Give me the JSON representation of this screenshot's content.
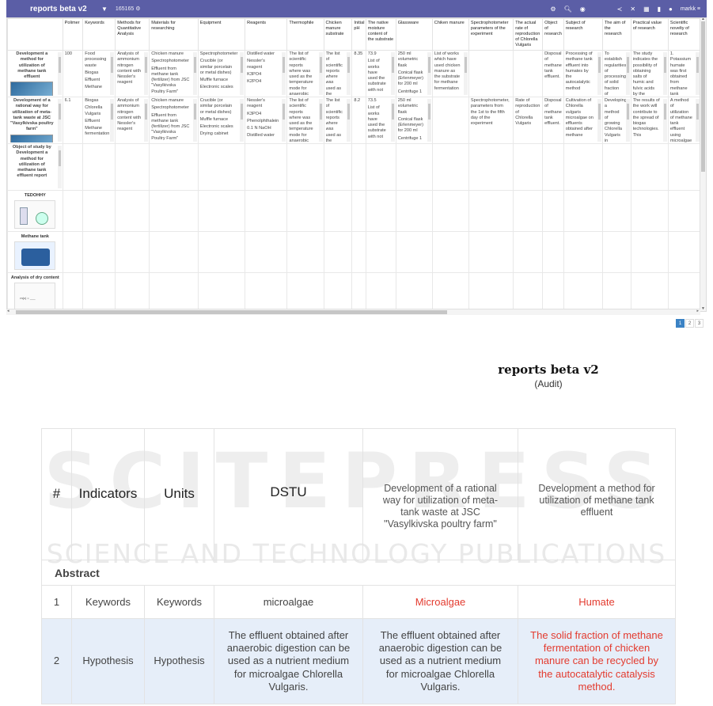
{
  "topbar": {
    "app_title": "reports beta v2",
    "filter_icon": "filter-icon",
    "record_count": "165165",
    "tools": [
      "settings-icon",
      "search-icon",
      "eye-icon",
      "share-icon",
      "shuffle-icon",
      "grid-icon",
      "chart-icon",
      "help-icon"
    ],
    "user": "markk"
  },
  "grid": {
    "columns": [
      "",
      "Polimer",
      "Keywords",
      "Methods for Quantitative Analysis",
      "Materials for researching",
      "Equipment",
      "Reagents",
      "Thermophile",
      "Chicken manure substrate",
      "Initial pH",
      "The native moisture content of the substrate",
      "Glassware",
      "Chiken manure",
      "Spectrophotometer parameters of the experiment",
      "The actual rate of reproduction of Chlorella Vulgaris",
      "Object of research",
      "Subject of research",
      "The aim of the research",
      "Practical value of research",
      "Scientific novelty of research"
    ],
    "rows": [
      {
        "first": "Development a method for utilization of methane tank effluent",
        "polimer": "100",
        "keywords": [
          "Food processing waste",
          "Biogas",
          "Effluent",
          "Methane"
        ],
        "methods": [
          "Analysis of ammonium nitrogen content with Nessler's reagent"
        ],
        "materials": [
          "Chicken manure",
          "Spectrophotometer",
          "Effluent from methane tank (fertilizer) from JSC \"Vasylkivska Poultry Farm\""
        ],
        "equipment": [
          "Spectrophotometer",
          "Crucible (or similar porcelain or metal dishes)",
          "Muffle furnace",
          "Electronic scales"
        ],
        "reagents": [
          "Distilled water",
          "Nessler's reagent",
          "K3PO4",
          "K2PO4"
        ],
        "thermophile": [
          "The list of scientific reports where was used as the temperature mode for anaerobic"
        ],
        "substrate": [
          "The list of scientific reports where was used as the substrate for"
        ],
        "ph": "8.35",
        "moisture": [
          "73.9",
          "List of works have used the substrate with not"
        ],
        "glassware": [
          "250 ml volumetric flask",
          "Conical flask (Erlenmeyer) for 200 ml",
          "Centrifuge 1"
        ],
        "chiken": [
          "List of works which have used chicken manure as the substrate for methane fermentation"
        ],
        "spectro": "",
        "rate": "",
        "object": [
          "Disposal of methane tank effluent."
        ],
        "subject": [
          "Processing of methane tank effluent into humates by the autocatalytic method"
        ],
        "aim": [
          "To establish regularities of processing of solid fraction of methane fermentation"
        ],
        "practical": [
          "The study indicates the possibility of obtaining salts of humic and fulvic acids by the"
        ],
        "novelty": [
          "1. Potassium humate was first obtained from methane tank"
        ]
      },
      {
        "first": "Development of a rational way for utilization of meta-tank waste at JSC \"Vasylkivska poultry farm\"",
        "polimer": "6.1",
        "keywords": [
          "Biogas",
          "Chlorella Vulgaris",
          "Effluent",
          "Methane fermentation"
        ],
        "methods": [
          "Analysis of ammonium nitrogen content with Nessler's reagent"
        ],
        "materials": [
          "Chicken manure",
          "Spectrophotometer",
          "Effluent from methane tank (fertilizer) from JSC \"Vasylkivska Poultry Farm\""
        ],
        "equipment": [
          "Crucible (or similar porcelain or metal dishes)",
          "Muffle furnace",
          "Electronic scales",
          "Drying cabinet"
        ],
        "reagents": [
          "Nessler's reagent",
          "K3PO4",
          "Phenolphthalein",
          "0.1 N NaOH",
          "Distilled water"
        ],
        "thermophile": [
          "The list of scientific reports where was used as the temperature mode for anaerobic"
        ],
        "substrate": [
          "The list of scientific reports where was used as the substrate for"
        ],
        "ph": "8.2",
        "moisture": [
          "73.5",
          "List of works have used the substrate with not"
        ],
        "glassware": [
          "250 ml volumetric flask",
          "Conical flask (Erlenmeyer) for 200 ml",
          "Centrifuge 1"
        ],
        "chiken": [],
        "spectro": "Spectrophotometer, parameters from the 1st to the fifth day of the experiment",
        "rate": "Rate of reproduction of Chlorella Vulgaris",
        "object": [
          "Disposal of methane tank effluent."
        ],
        "subject": [
          "Cultivation of Chlorella vulgaris microalgae on effluents obtained after methane"
        ],
        "aim": [
          "Developing a method of growing Chlorella Vulgaris in effluents after methane"
        ],
        "practical": [
          "The results of the work will contribute to the spread of biogas technologies. This"
        ],
        "novelty": [
          "A method of utilization of methane tank effluent using microalgae is"
        ]
      },
      {
        "first": "Object of study by Development a method for utilization of methane tank effluent report"
      }
    ],
    "files": [
      {
        "label": "TEDOHHY"
      },
      {
        "label": "Methane tank"
      },
      {
        "label": "Analysis of dry content"
      }
    ]
  },
  "pager": [
    "1",
    "2",
    "3"
  ],
  "report": {
    "title": "reports beta v2",
    "subtitle": "(Audit)",
    "header": {
      "num": "#",
      "indicators": "Indicators",
      "units": "Units",
      "dstu": "DSTU",
      "col1": "Development of a rational way for utilization of meta-tank waste at JSC \"Vasylkivska poultry farm\"",
      "col2": "Development a method for utilization of methane tank effluent"
    },
    "section": "Abstract",
    "rows": [
      {
        "num": "1",
        "indicator": "Keywords",
        "unit": "Keywords",
        "dstu": "microalgae",
        "col1": "Microalgae",
        "col2": "Humate"
      },
      {
        "num": "2",
        "indicator": "Hypothesis",
        "unit": "Hypothesis",
        "dstu": "The effluent obtained after anaerobic digestion can be used as a nutrient medium for microalgae Chlorella Vulgaris.",
        "col1": "The effluent obtained after anaerobic digestion can be used as a nutrient medium for microalgae Chlorella Vulgaris.",
        "col2": "The solid fraction of methane fermentation of chicken manure can be recycled by the autocatalytic catalysis method."
      }
    ]
  },
  "watermark": {
    "main": "SCITEPRESS",
    "sub": "SCIENCE AND TECHNOLOGY PUBLICATIONS"
  },
  "colors": {
    "topbar": "#5b5ea6",
    "accent": "#3b82c4",
    "red": "#e33b2f",
    "highlight_row": "#e6eef9"
  }
}
